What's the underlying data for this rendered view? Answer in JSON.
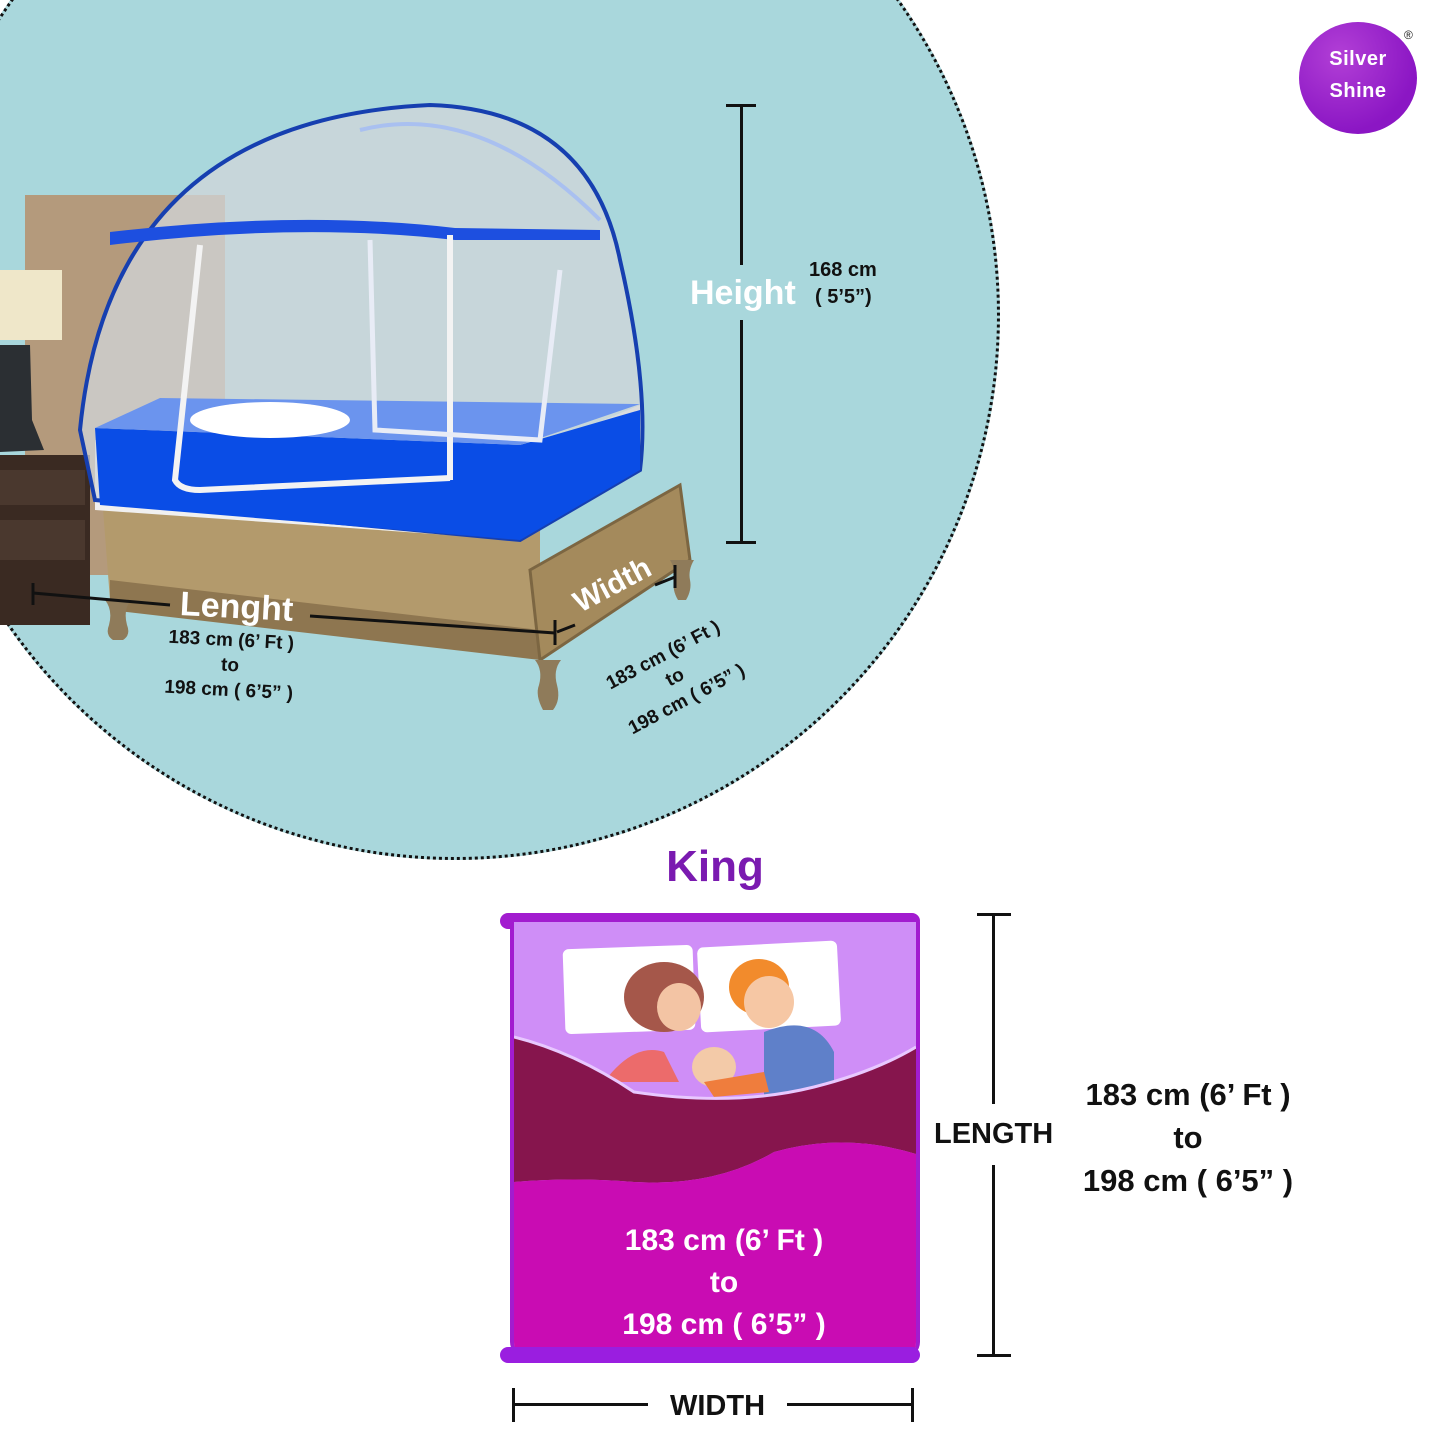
{
  "brand": {
    "logo_line1": "Silver",
    "logo_line2": "Shine",
    "registered_mark": "®",
    "logo_color": "#8b16c4"
  },
  "product_scene": {
    "background_color": "#a9d7dc",
    "net_color": "#0a4de6",
    "height": {
      "label": "Height",
      "value_cm": "168 cm",
      "value_ft": "( 5’5”)"
    },
    "length": {
      "label": "Lenght",
      "line1": "183 cm (6’ Ft )",
      "line2": "to",
      "line3": "198 cm ( 6’5” )"
    },
    "width": {
      "label": "Width",
      "line1": "183 cm (6’ Ft )",
      "line2": "to",
      "line3": "198 cm ( 6’5” )"
    }
  },
  "size_diagram": {
    "title": "King",
    "title_color": "#7a1ab0",
    "bed_colors": {
      "frame": "#a21ccf",
      "sheet": "#cf8ef7",
      "blanket_dark": "#86154d",
      "blanket": "#c90cb3"
    },
    "inner_text": {
      "line1": "183 cm (6’ Ft )",
      "line2": "to",
      "line3": "198 cm ( 6’5” )"
    },
    "length_label": "LENGTH",
    "length_text": {
      "line1": "183 cm (6’ Ft )",
      "line2": "to",
      "line3": "198 cm ( 6’5” )"
    },
    "width_label": "WIDTH"
  }
}
